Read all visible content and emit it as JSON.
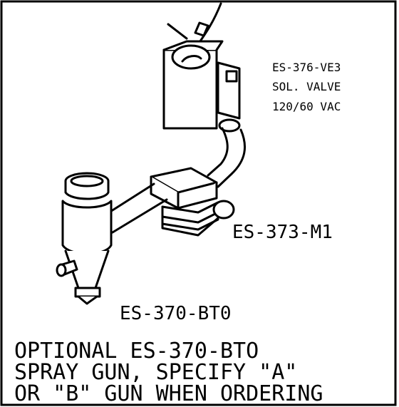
{
  "labels": {
    "valve_part": "ES-376-VE3",
    "valve_desc": "SOL. VALVE",
    "valve_power": "120/60 VAC",
    "manifold_part": "ES-373-M1",
    "gun_part": "ES-370-BT0"
  },
  "note": {
    "line1": "OPTIONAL ES-370-BTO",
    "line2": "SPRAY GUN, SPECIFY \"A\"",
    "line3": "OR \"B\" GUN WHEN ORDERING"
  }
}
